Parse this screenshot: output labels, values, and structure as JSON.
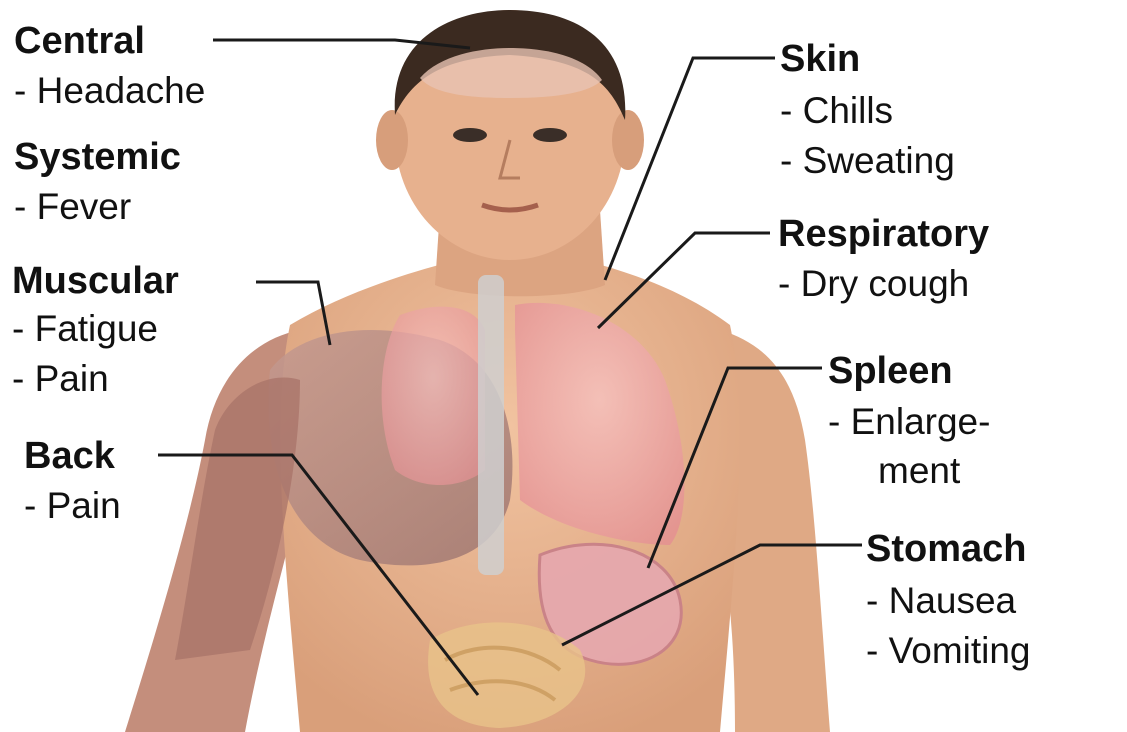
{
  "colors": {
    "skin": "#e9b792",
    "skin_shadow": "#c98f6a",
    "hair": "#3b2a20",
    "lungs": "#efa3a3",
    "muscle": "#b98f87",
    "stomach": "#e6a8ad",
    "intestine": "#e8c389",
    "spine": "#cfcfcf",
    "leader_line": "#1a1a1a",
    "text": "#111111"
  },
  "labels": {
    "central": {
      "title": "Central",
      "items": [
        "- Headache"
      ]
    },
    "systemic": {
      "title": "Systemic",
      "items": [
        "- Fever"
      ]
    },
    "muscular": {
      "title": "Muscular",
      "items": [
        "- Fatigue",
        "- Pain"
      ]
    },
    "back": {
      "title": "Back",
      "items": [
        "- Pain"
      ]
    },
    "skin": {
      "title": "Skin",
      "items": [
        "- Chills",
        "- Sweating"
      ]
    },
    "respiratory": {
      "title": "Respiratory",
      "items": [
        "- Dry cough"
      ]
    },
    "spleen": {
      "title": "Spleen",
      "items": [
        "- Enlarge-",
        "ment"
      ]
    },
    "stomach": {
      "title": "Stomach",
      "items": [
        "- Nausea",
        "- Vomiting"
      ]
    }
  }
}
